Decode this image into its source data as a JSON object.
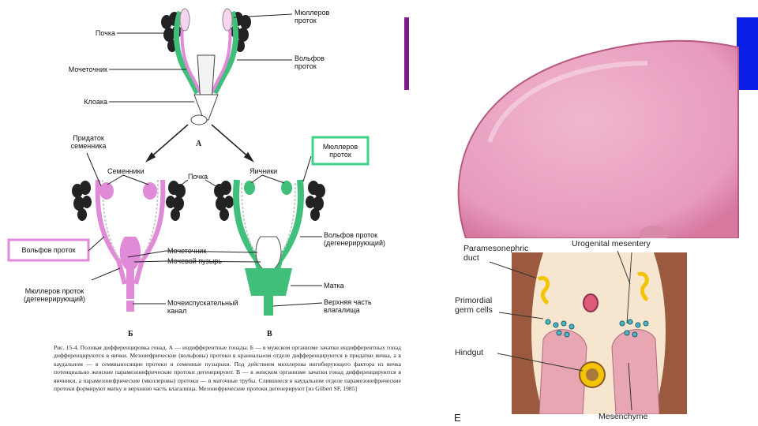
{
  "left_figure": {
    "labels": {
      "pochka_top": "Почка",
      "mochetochnik_top": "Мочеточник",
      "kloaka": "Клоака",
      "mullerov_top": "Мюллеров\nпроток",
      "volfov_top": "Вольфов\nпроток",
      "letter_a": "А",
      "pridatok": "Придаток\nсеменника",
      "semenniki": "Семенники",
      "pochka_mid": "Почка",
      "yaichniki": "Яичники",
      "mullerov_boxed": "Мюллеров\nпроток",
      "volfov_boxed": "Вольфов проток",
      "mochetochnik_mid": "Мочеточник",
      "mochevoy": "Мочевой пузырь",
      "volfov_degen": "Вольфов проток\n(дегенерирующий)",
      "mullerov_degen": "Мюллеров проток\n(дегенерирующий)",
      "mocheisp": "Мочеиспускательный\nканал",
      "matka": "Матка",
      "verkhnyaya": "Верхняя часть\nвлагалища",
      "letter_b": "Б",
      "letter_v": "В"
    },
    "caption": "Рис. 15-4. Половая дифференцировка гонад. А — индифферентные гонады. Б — в мужском организме зачатки индифферентных гонад дифференцируются в яички. Мезонефрические (вольфовы) протоки в краниальном отделе дифференцируются в придатки яичка, а в каудальном — в семявыносящие протоки и семенные пузырьки. Под действием мюллерова ингибирующего фактора из яичка потенциально женские парамезонефрические протоки дегенерируют. В — в женском организме зачатки гонад дифференцируются в яичники, а парамезонефрические (мюллеровы) протоки — в маточные трубы. Слившиеся в каудальном отделе парамезонефрические протоки формируют матку и верхнюю часть влагалища. Мезонефрические протоки дегенерируют [из Gilbert SF, 1985]"
  },
  "right_figure": {
    "labels": {
      "paramesonephric": "Paramesonephric\nduct",
      "urogenital": "Urogenital mesentery",
      "primordial": "Primordial\ngerm cells",
      "hindgut": "Hindgut",
      "mesenchyme": "Mesenchyme",
      "panel_letter": "E"
    }
  },
  "colors": {
    "mullerian_green": "#3fbf7a",
    "wolffian_pink": "#e08ad8",
    "purple_bar": "#7b1f8a",
    "blue_bar": "#0a1ee8",
    "bubble_pink": "#e8a3bf",
    "yellow": "#f2c500"
  }
}
